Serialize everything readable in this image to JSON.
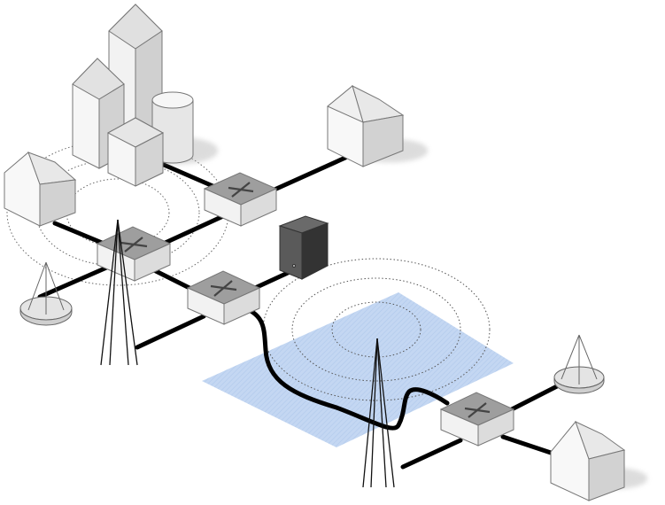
{
  "diagram": {
    "description_label": "",
    "background": "#ffffff",
    "colors": {
      "building_light": "#f4f4f4",
      "building_mid": "#dcdcdc",
      "building_dark": "#bdbdbd",
      "outline": "#7a7a7a",
      "cable": "#000000",
      "router_top": "#9a9a9a",
      "router_front": "#f0f0f0",
      "server_dark": "#3a3a3a",
      "coverage_area": "#aac6ee",
      "signal_ring": "#555555"
    },
    "nodes": [
      {
        "id": "office-towers",
        "icon": "skyscraper-cluster-icon"
      },
      {
        "id": "house-top-right",
        "icon": "house-icon"
      },
      {
        "id": "house-left",
        "icon": "house-icon"
      },
      {
        "id": "house-bottom-right",
        "icon": "house-icon"
      },
      {
        "id": "router-top",
        "icon": "router-icon"
      },
      {
        "id": "router-left",
        "icon": "router-icon"
      },
      {
        "id": "router-center",
        "icon": "router-icon"
      },
      {
        "id": "router-right",
        "icon": "router-icon"
      },
      {
        "id": "server",
        "icon": "server-tower-icon"
      },
      {
        "id": "dish-left",
        "icon": "satellite-dish-icon"
      },
      {
        "id": "dish-right",
        "icon": "satellite-dish-icon"
      },
      {
        "id": "antenna-left",
        "icon": "radio-mast-icon"
      },
      {
        "id": "antenna-center",
        "icon": "radio-mast-icon"
      },
      {
        "id": "wireless-zone",
        "icon": "coverage-area-icon"
      }
    ]
  }
}
